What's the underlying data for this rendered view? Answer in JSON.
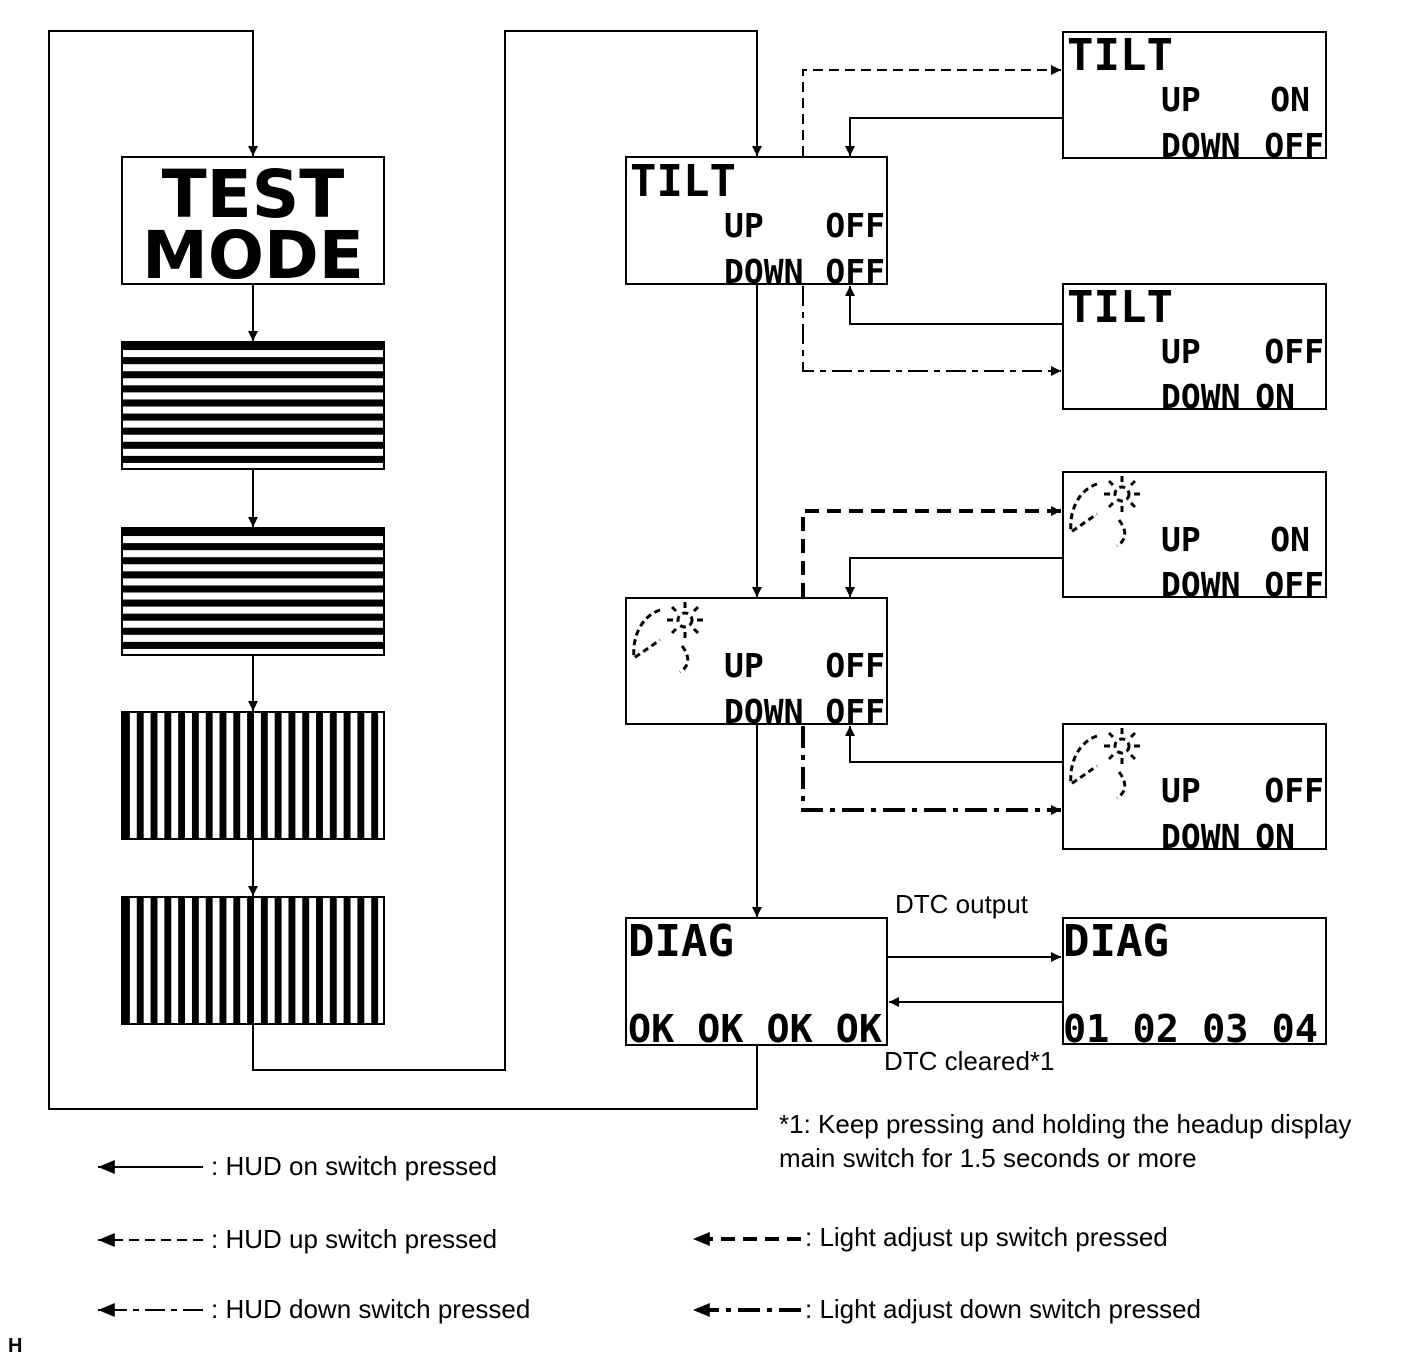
{
  "test_mode": {
    "line1": "TEST",
    "line2": "MODE"
  },
  "tilt_main": {
    "title": "TILT",
    "up_label": "UP",
    "up_state": "OFF",
    "down_label": "DOWN",
    "down_state": "OFF"
  },
  "tilt_up": {
    "title": "TILT",
    "up_label": "UP",
    "up_state": "ON",
    "down_label": "DOWN",
    "down_state": "OFF"
  },
  "tilt_down": {
    "title": "TILT",
    "up_label": "UP",
    "up_state": "OFF",
    "down_label": "DOWN",
    "down_state": "ON"
  },
  "light_main": {
    "up_label": "UP",
    "up_state": "OFF",
    "down_label": "DOWN",
    "down_state": "OFF"
  },
  "light_up": {
    "up_label": "UP",
    "up_state": "ON",
    "down_label": "DOWN",
    "down_state": "OFF"
  },
  "light_down": {
    "up_label": "UP",
    "up_state": "OFF",
    "down_label": "DOWN",
    "down_state": "ON"
  },
  "diag_main": {
    "title": "DIAG",
    "values": "OK OK OK OK"
  },
  "diag_codes": {
    "title": "DIAG",
    "values": "01 02 03 04"
  },
  "transitions": {
    "dtc_output": "DTC output",
    "dtc_cleared": "DTC cleared*1"
  },
  "footnote": {
    "line1": "*1: Keep pressing and holding the headup display",
    "line2": "main switch for 1.5 seconds or more"
  },
  "legend": {
    "hud_on": ": HUD on switch pressed",
    "hud_up": ": HUD up switch pressed",
    "hud_down": ": HUD down switch pressed",
    "light_up": ": Light adjust up switch pressed",
    "light_down": ": Light adjust down switch pressed"
  },
  "corner_mark": "H",
  "icons": [
    "light-adjust-icon"
  ],
  "colors": {
    "ink": "#000000",
    "background": "#ffffff"
  }
}
